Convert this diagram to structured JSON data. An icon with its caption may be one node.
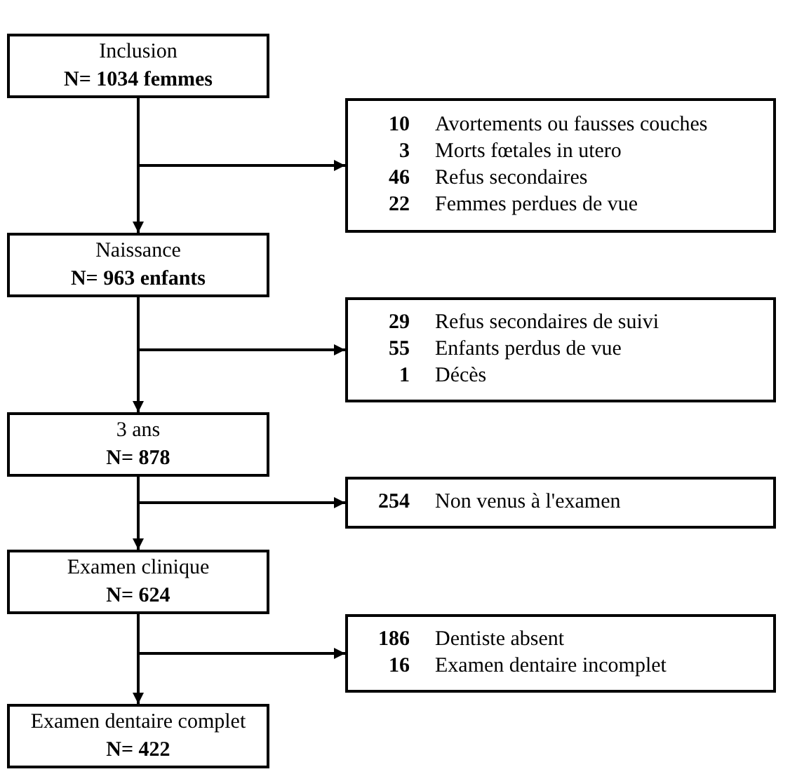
{
  "diagram": {
    "nodes": [
      {
        "text": [
          "Inclusion",
          "N= 1034 femmes"
        ]
      },
      {
        "text": [
          "10",
          "Avortements ou fausses couches",
          "3",
          "Morts fœtales in utero",
          "46",
          "Refus secondaires",
          "22",
          "Femmes perdues de vue"
        ]
      },
      {
        "text": [
          "Naissance",
          "N= 963 enfants"
        ]
      },
      {
        "text": [
          "29",
          "Refus secondaires de suivi",
          "55",
          "Enfants perdus de vue",
          "1",
          "Décès"
        ]
      },
      {
        "text": [
          "3 ans",
          "N= 878"
        ]
      },
      {
        "text": [
          "254",
          "Non venus à l'examen"
        ]
      },
      {
        "text": [
          "Examen clinique",
          "N= 624"
        ]
      },
      {
        "text": [
          "186",
          "Dentiste absent",
          "16",
          "Examen dentaire incomplet"
        ]
      },
      {
        "text": [
          "Examen dentaire complet",
          "N= 422"
        ]
      }
    ],
    "edges": [
      {
        "from": 0,
        "to": 1,
        "arrow": "to"
      },
      {
        "from": 0,
        "to": 2,
        "arrow": "to"
      },
      {
        "from": 2,
        "to": 3,
        "arrow": "to"
      },
      {
        "from": 2,
        "to": 4,
        "arrow": "to"
      },
      {
        "from": 4,
        "to": 5,
        "arrow": "to"
      },
      {
        "from": 4,
        "to": 6,
        "arrow": "to"
      },
      {
        "from": 6,
        "to": 7,
        "arrow": "to"
      },
      {
        "from": 6,
        "to": 8,
        "arrow": "to"
      }
    ]
  }
}
